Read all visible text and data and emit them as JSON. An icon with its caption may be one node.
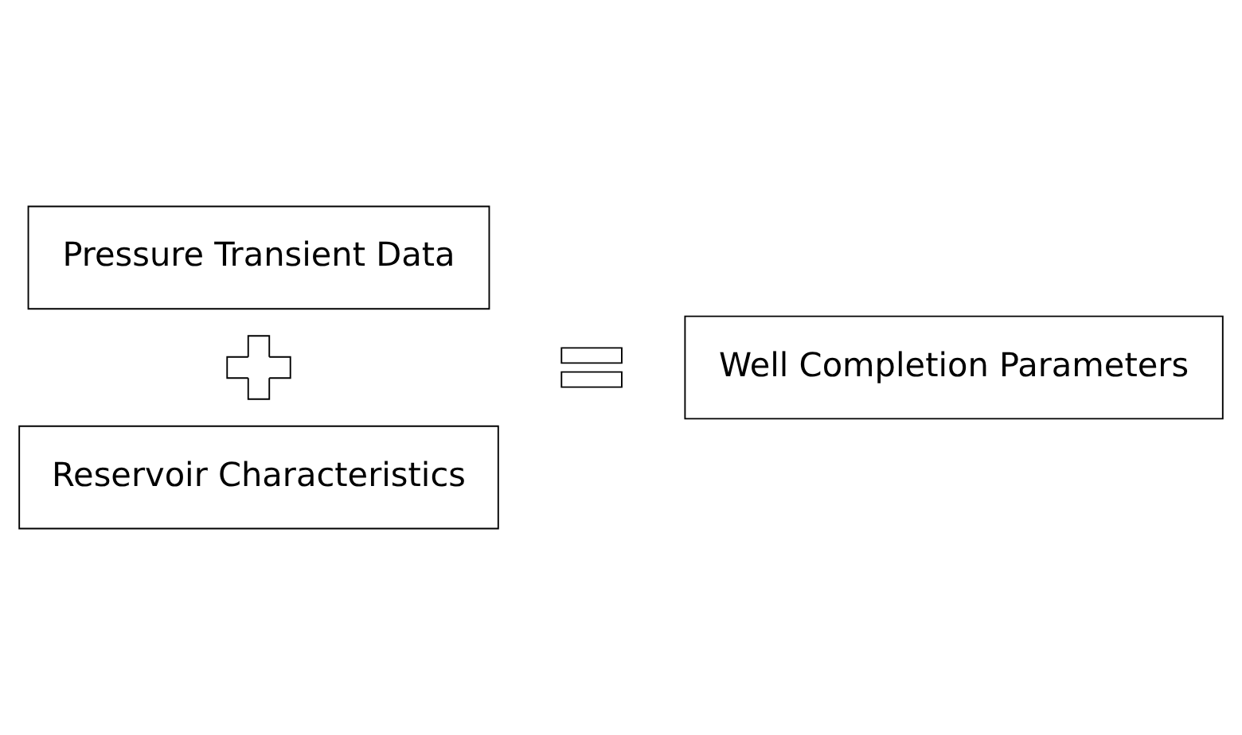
{
  "diagram": {
    "nodes": [
      {
        "text": [
          "Pressure Transient Data"
        ]
      },
      {
        "text": [],
        "shape": "plus"
      },
      {
        "text": [
          "Reservoir Characteristics"
        ]
      },
      {
        "text": [],
        "shape": "equals"
      },
      {
        "text": [
          "Well Completion Parameters"
        ]
      }
    ],
    "edges": []
  }
}
